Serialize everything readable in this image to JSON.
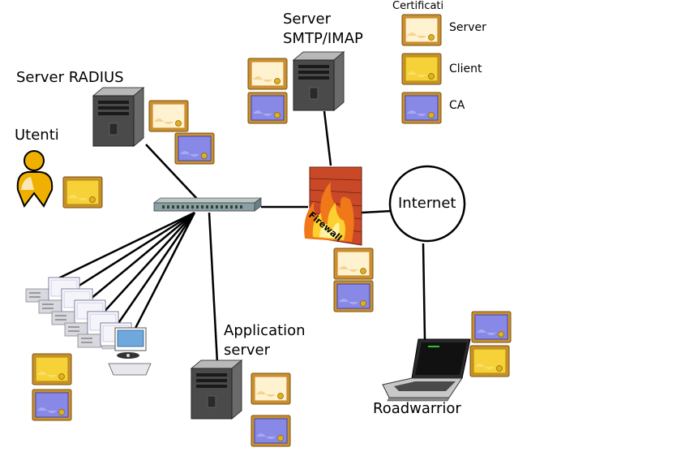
{
  "legend": {
    "title": "Certificati",
    "items": [
      {
        "label": "Server",
        "cert": "cert-server",
        "color": "#e8a060"
      },
      {
        "label": "Client",
        "cert": "cert-client",
        "color": "#f0d040"
      },
      {
        "label": "CA",
        "cert": "cert-ca",
        "color": "#8c8ce8"
      }
    ]
  },
  "nodes": {
    "smtp_line1": "Server",
    "smtp_line2": "SMTP/IMAP",
    "radius": "Server RADIUS",
    "users": "Utenti",
    "internet": "Internet",
    "app_line1": "Application",
    "app_line2": "server",
    "roadwarrior": "Roadwarrior",
    "firewall": "Firewall"
  },
  "icons": {
    "server": "server-tower-icon",
    "user": "user-icon",
    "switch": "network-switch-icon",
    "firewall": "firewall-icon",
    "laptop": "laptop-icon",
    "workstation": "workstation-icon",
    "cloud": "internet-cloud-icon"
  },
  "colors": {
    "server_cert_border": "#c8902e",
    "server_cert_fill": "#fff2d0",
    "client_cert_fill": "#f6d238",
    "ca_cert_fill": "#8888e6",
    "firewall_flame": "#f07818",
    "user_body": "#f0b000"
  }
}
